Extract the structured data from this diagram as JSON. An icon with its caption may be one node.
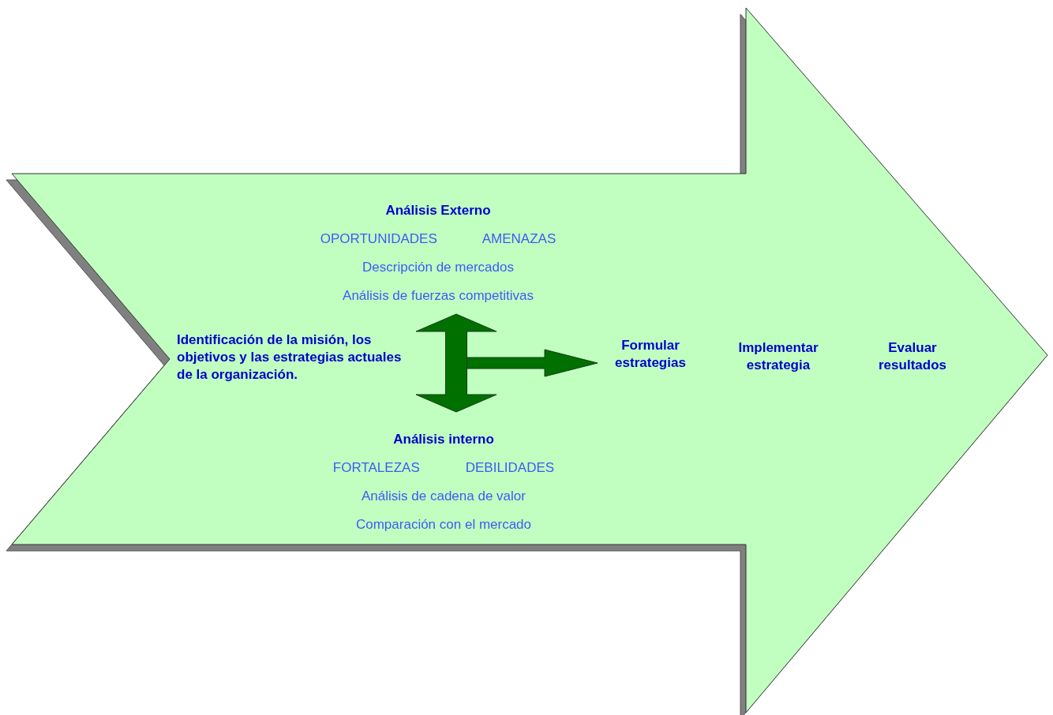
{
  "diagram": {
    "nodes": [
      {
        "text": [],
        "shape": "arrow"
      },
      {
        "text": [
          "Análisis Externo",
          "OPORTUNIDADES",
          "AMENAZAS",
          "Descripción de mercados",
          "Análisis de fuerzas competitivas"
        ],
        "in": 0
      },
      {
        "text": [
          "Identificación de la misión, los objetivos y las estrategias actuales de la organización."
        ],
        "in": 0
      },
      {
        "text": [
          "Análisis interno",
          "FORTALEZAS",
          "DEBILIDADES",
          "Análisis de cadena de valor",
          "Comparación con el mercado"
        ],
        "in": 0
      },
      {
        "text": [
          "Formular estrategias"
        ],
        "in": 0
      },
      {
        "text": [
          "Implementar estrategia"
        ],
        "in": 0
      },
      {
        "text": [
          "Evaluar resultados"
        ],
        "in": 0
      }
    ],
    "edges": [
      {
        "from": 1,
        "to": 3,
        "arrow": "both",
        "style": "thick",
        "color": "#007000"
      },
      {
        "from": null,
        "to": 4,
        "arrow": "to",
        "style": "thick",
        "color": "#007000"
      }
    ]
  }
}
